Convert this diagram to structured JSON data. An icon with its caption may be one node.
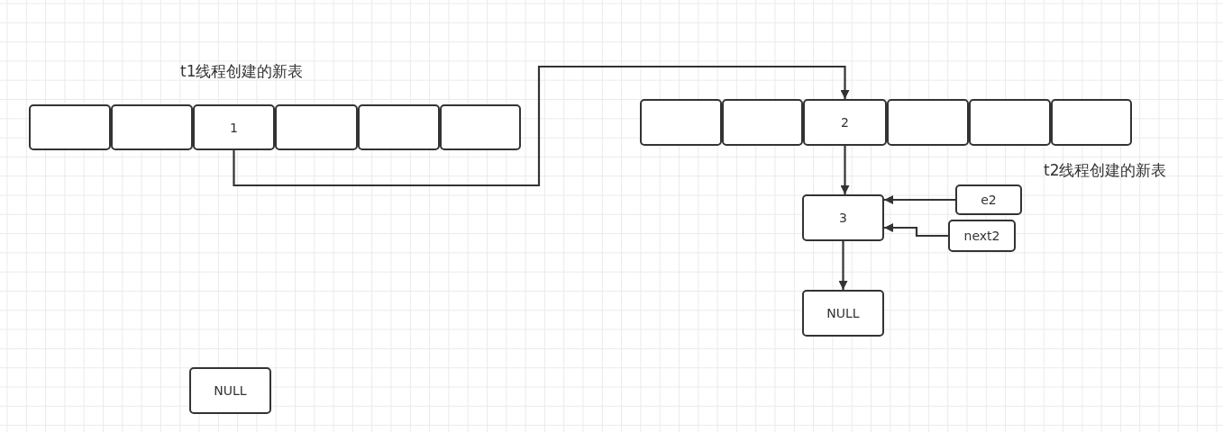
{
  "diagram": {
    "nodes": [
      {
        "text": [],
        "shape": "box"
      },
      {
        "text": [],
        "shape": "box"
      },
      {
        "text": [
          "1"
        ]
      },
      {
        "text": [],
        "shape": "box"
      },
      {
        "text": [],
        "shape": "box"
      },
      {
        "text": [],
        "shape": "box"
      },
      {
        "text": [],
        "shape": "box"
      },
      {
        "text": [],
        "shape": "box"
      },
      {
        "text": [
          "2"
        ]
      },
      {
        "text": [],
        "shape": "box"
      },
      {
        "text": [],
        "shape": "box"
      },
      {
        "text": [],
        "shape": "box"
      },
      {
        "text": [
          "3"
        ]
      },
      {
        "text": [
          "e2"
        ]
      },
      {
        "text": [
          "next2"
        ]
      },
      {
        "text": [
          "NULL"
        ]
      },
      {
        "text": [
          "NULL"
        ]
      }
    ],
    "edges": [
      {
        "from": 2,
        "to": 8,
        "arrow": "to"
      },
      {
        "from": 8,
        "to": 12,
        "arrow": "to"
      },
      {
        "from": 13,
        "to": 12,
        "arrow": "to"
      },
      {
        "from": 14,
        "to": 12,
        "arrow": "to"
      },
      {
        "from": 12,
        "to": 15,
        "arrow": "to"
      }
    ],
    "labels": [
      "t1线程创建的新表",
      "t2线程创建的新表"
    ]
  }
}
